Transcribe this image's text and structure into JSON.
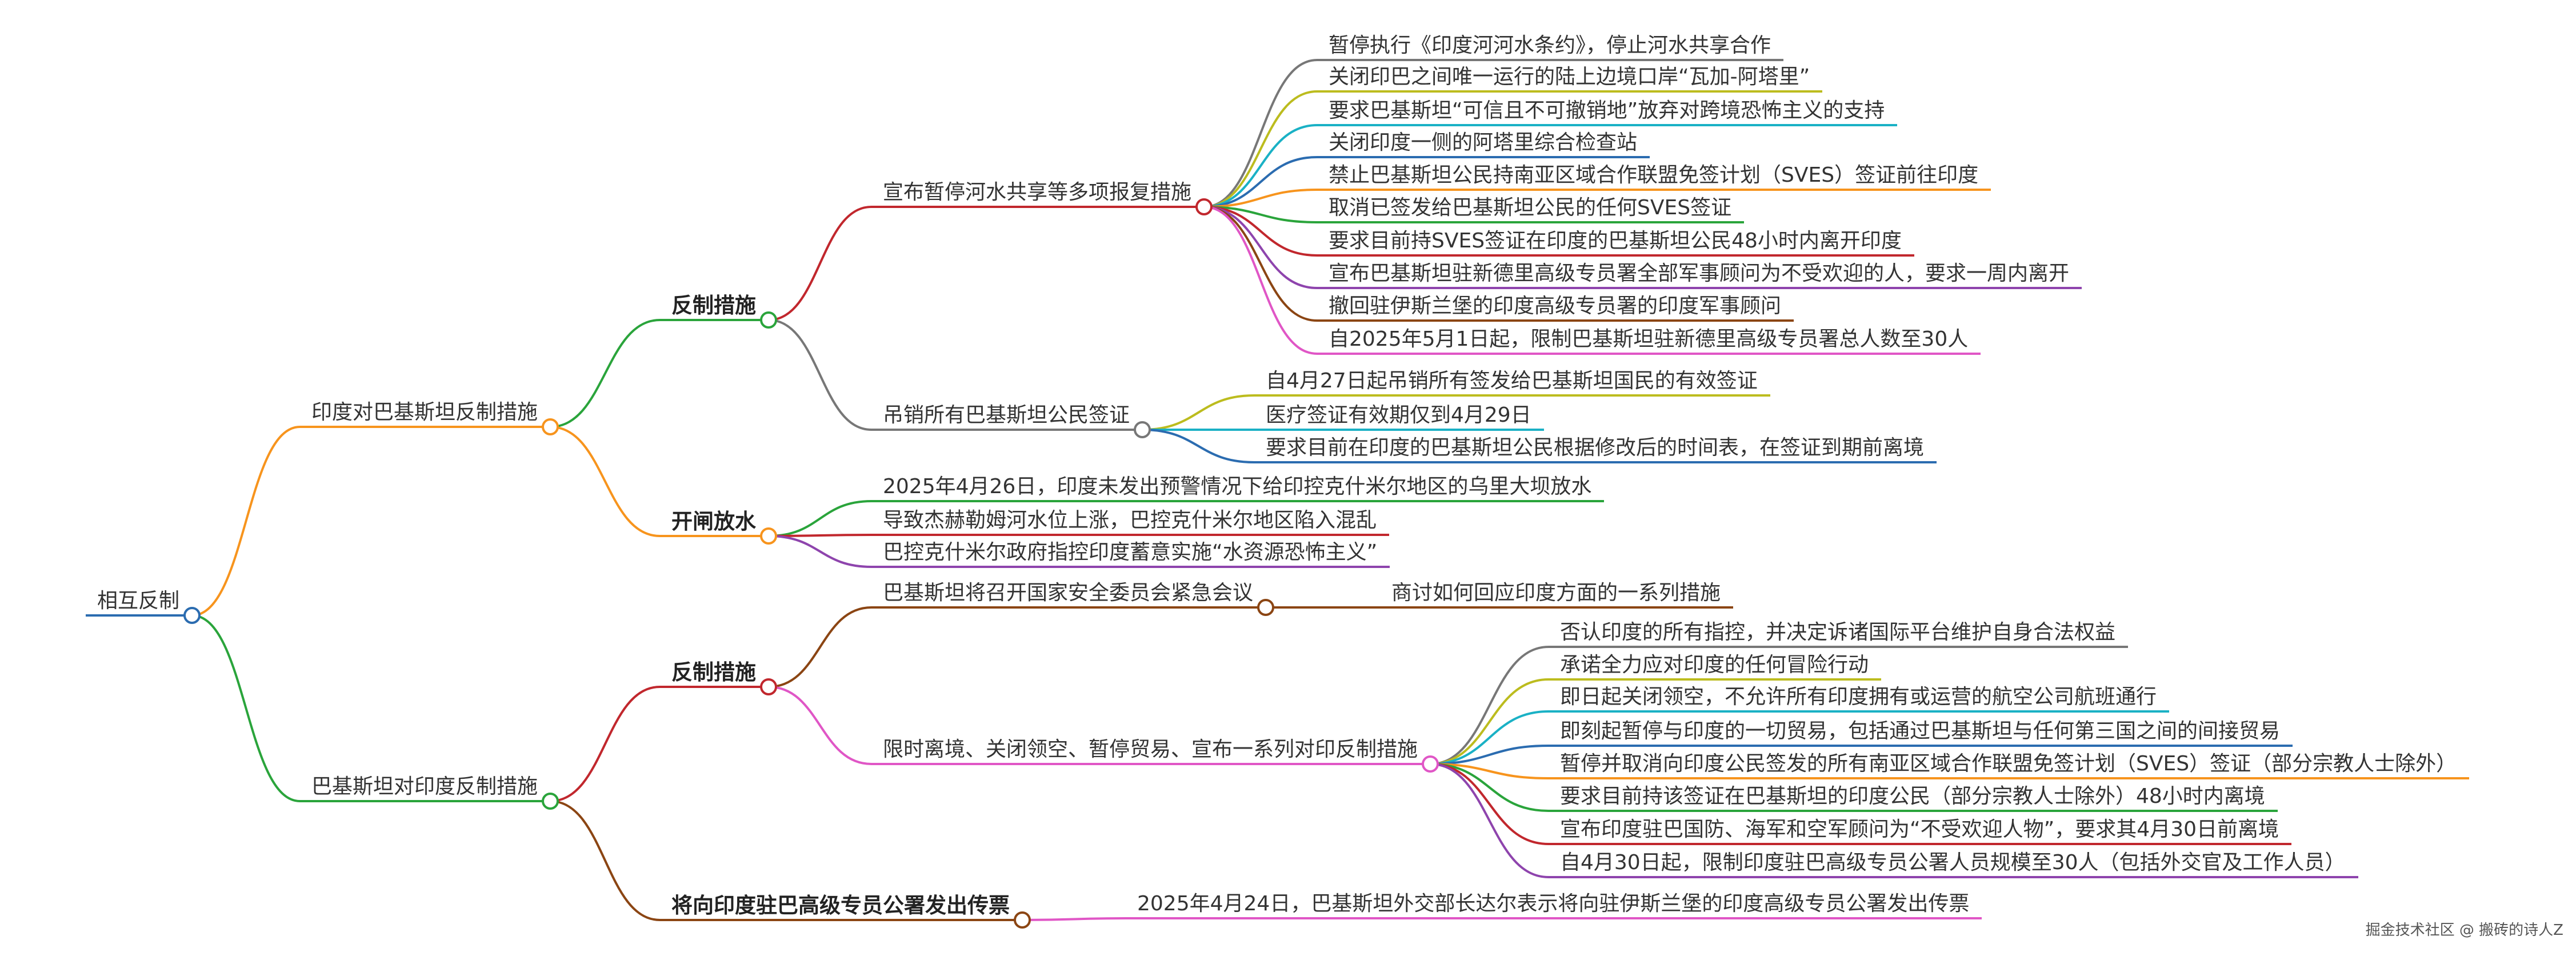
{
  "root": {
    "label": "相互反制"
  },
  "branches": [
    {
      "label": "印度对巴基斯坦反制措施",
      "color": "#f7941d",
      "children": [
        {
          "label": "反制措施",
          "color": "#2aa43b",
          "children": [
            {
              "label": "宣布暂停河水共享等多项报复措施",
              "color": "#c1272d",
              "children": [
                {
                  "label": "暂停执行《印度河河水条约》，停止河水共享合作",
                  "color": "#777777"
                },
                {
                  "label": "关闭印巴之间唯一运行的陆上边境口岸“瓦加-阿塔里”",
                  "color": "#bcbc1e"
                },
                {
                  "label": "要求巴基斯坦“可信且不可撤销地”放弃对跨境恐怖主义的支持",
                  "color": "#1ab1c5"
                },
                {
                  "label": "关闭印度一侧的阿塔里综合检查站",
                  "color": "#2b6cb0"
                },
                {
                  "label": "禁止巴基斯坦公民持南亚区域合作联盟免签计划（SVES）签证前往印度",
                  "color": "#f7941d"
                },
                {
                  "label": "取消已签发给巴基斯坦公民的任何SVES签证",
                  "color": "#2aa43b"
                },
                {
                  "label": "要求目前持SVES签证在印度的巴基斯坦公民48小时内离开印度",
                  "color": "#c1272d"
                },
                {
                  "label": "宣布巴基斯坦驻新德里高级专员署全部军事顾问为不受欢迎的人，要求一周内离开",
                  "color": "#8e44ad"
                },
                {
                  "label": "撤回驻伊斯兰堡的印度高级专员署的印度军事顾问",
                  "color": "#8b4513"
                },
                {
                  "label": "自2025年5月1日起，限制巴基斯坦驻新德里高级专员署总人数至30人",
                  "color": "#e056c6"
                }
              ]
            },
            {
              "label": "吊销所有巴基斯坦公民签证",
              "color": "#777777",
              "children": [
                {
                  "label": "自4月27日起吊销所有签发给巴基斯坦国民的有效签证",
                  "color": "#bcbc1e"
                },
                {
                  "label": "医疗签证有效期仅到4月29日",
                  "color": "#1ab1c5"
                },
                {
                  "label": "要求目前在印度的巴基斯坦公民根据修改后的时间表，在签证到期前离境",
                  "color": "#2b6cb0"
                }
              ]
            }
          ]
        },
        {
          "label": "开闸放水",
          "color": "#f7941d",
          "children": [
            {
              "label": "2025年4月26日，印度未发出预警情况下给印控克什米尔地区的乌里大坝放水",
              "color": "#2aa43b"
            },
            {
              "label": "导致杰赫勒姆河水位上涨，巴控克什米尔地区陷入混乱",
              "color": "#c1272d"
            },
            {
              "label": "巴控克什米尔政府指控印度蓄意实施“水资源恐怖主义”",
              "color": "#8e44ad"
            }
          ]
        }
      ]
    },
    {
      "label": "巴基斯坦对印度反制措施",
      "color": "#2aa43b",
      "children": [
        {
          "label": "反制措施",
          "color": "#c1272d",
          "children": [
            {
              "label": "巴基斯坦将召开国家安全委员会紧急会议",
              "color": "#8b4513",
              "children": [
                {
                  "label": "商讨如何回应印度方面的一系列措施",
                  "color": "#8b4513"
                }
              ]
            },
            {
              "label": "限时离境、关闭领空、暂停贸易、宣布一系列对印反制措施",
              "color": "#e056c6",
              "children": [
                {
                  "label": "否认印度的所有指控，并决定诉诸国际平台维护自身合法权益",
                  "color": "#777777"
                },
                {
                  "label": "承诺全力应对印度的任何冒险行动",
                  "color": "#bcbc1e"
                },
                {
                  "label": "即日起关闭领空，不允许所有印度拥有或运营的航空公司航班通行",
                  "color": "#1ab1c5"
                },
                {
                  "label": "即刻起暂停与印度的一切贸易，包括通过巴基斯坦与任何第三国之间的间接贸易",
                  "color": "#2b6cb0"
                },
                {
                  "label": "暂停并取消向印度公民签发的所有南亚区域合作联盟免签计划（SVES）签证（部分宗教人士除外）",
                  "color": "#f7941d"
                },
                {
                  "label": "要求目前持该签证在巴基斯坦的印度公民（部分宗教人士除外）48小时内离境",
                  "color": "#2aa43b"
                },
                {
                  "label": "宣布印度驻巴国防、海军和空军顾问为“不受欢迎人物”，要求其4月30日前离境",
                  "color": "#c1272d"
                },
                {
                  "label": "自4月30日起，限制印度驻巴高级专员公署人员规模至30人（包括外交官及工作人员）",
                  "color": "#8e44ad"
                }
              ]
            }
          ]
        },
        {
          "label": "将向印度驻巴高级专员公署发出传票",
          "color": "#8b4513",
          "children": [
            {
              "label": "2025年4月24日，巴基斯坦外交部长达尔表示将向驻伊斯兰堡的印度高级专员公署发出传票",
              "color": "#e056c6"
            }
          ]
        }
      ]
    }
  ],
  "watermark": "掘金技术社区 @ 搬砖的诗人Z"
}
